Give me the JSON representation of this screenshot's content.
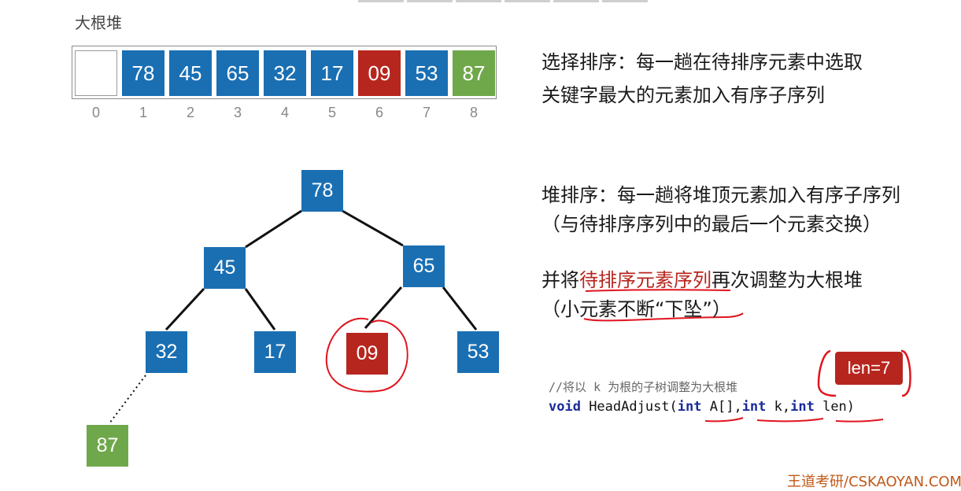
{
  "heap_title": "大根堆",
  "array": {
    "cells": [
      {
        "value": "",
        "color": "empty"
      },
      {
        "value": "78",
        "color": "blue"
      },
      {
        "value": "45",
        "color": "blue"
      },
      {
        "value": "65",
        "color": "blue"
      },
      {
        "value": "32",
        "color": "blue"
      },
      {
        "value": "17",
        "color": "blue"
      },
      {
        "value": "09",
        "color": "red"
      },
      {
        "value": "53",
        "color": "blue"
      },
      {
        "value": "87",
        "color": "green"
      }
    ],
    "indices": [
      "0",
      "1",
      "2",
      "3",
      "4",
      "5",
      "6",
      "7",
      "8"
    ]
  },
  "tree": {
    "n78": "78",
    "n45": "45",
    "n65": "65",
    "n32": "32",
    "n17": "17",
    "n09": "09",
    "n53": "53",
    "n87": "87"
  },
  "text": {
    "selection_line1": "选择排序：每一趟在待排序元素中选取",
    "selection_line2": "关键字最大的元素加入有序子序列",
    "heap_line1": "堆排序：每一趟将堆顶元素加入有序子序列",
    "heap_line2": "（与待排序序列中的最后一个元素交换）",
    "adjust_prefix": "并将",
    "adjust_highlight": "待排序元素序列",
    "adjust_suffix": "再次调整为大根堆",
    "adjust_line2": "（小元素不断“下坠”）"
  },
  "code": {
    "comment": "//将以 k 为根的子树调整为大根堆",
    "kw_void": "void",
    "fn": " HeadAdjust(",
    "kw_int1": "int",
    "p1": " A[],",
    "kw_int2": "int",
    "p2": " k,",
    "kw_int3": "int",
    "p3": " len)"
  },
  "callout": "len=7",
  "footer": "王道考研/CSKAOYAN.COM",
  "colors": {
    "blue": "#1a6fb3",
    "red": "#b7261e",
    "green": "#6fa84a",
    "annotation": "#e0141e"
  }
}
